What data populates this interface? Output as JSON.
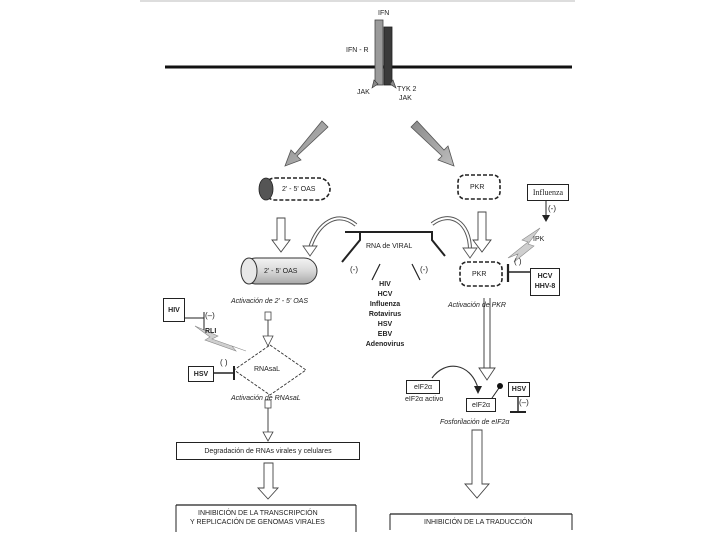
{
  "receptor": {
    "ligand": "IFN",
    "receptor_label": "IFN - R",
    "jak_left": "JAK",
    "jak_right_1": "TYK 2",
    "jak_right_2": "JAK"
  },
  "oas_branch": {
    "enzyme": "2' - 5' OAS",
    "enzyme_active": "2' - 5' OAS",
    "activation": "Activación de 2' - 5' OAS",
    "rnasel": "RNAsaL",
    "rnasel_activation": "Activación de RNAsaL",
    "hiv": "HIV",
    "rli": "RLI",
    "hsv": "HSV",
    "inhibit_minus": "(–)",
    "inhibit_paren": "( )",
    "degradation": "Degradación de RNAs virales y celulares",
    "outcome_line1": "INHIBICIÓN DE LA TRANSCRIPCIÓN",
    "outcome_line2": "Y REPLICACIÓN DE GENOMAS VIRALES"
  },
  "center": {
    "rna": "RNA de VIRAL",
    "minus_left": "(-)",
    "minus_right": "(-)",
    "viruses": [
      "HIV",
      "HCV",
      "Influenza",
      "Rotavirus",
      "HSV",
      "EBV",
      "Adenovirus"
    ]
  },
  "pkr_branch": {
    "pkr": "PKR",
    "pkr_active": "PKR",
    "activation": "Activación de PKR",
    "influenza": "Influenza",
    "influenza_sign": "(-)",
    "ipk": "IPK",
    "hcv_1": "HCV",
    "hcv_2": "HHV-8",
    "hcv_sign": "( )",
    "eif_active": "eIF2α",
    "eif_active_label": "eIF2α activo",
    "eif_phos": "eIF2α",
    "hsv": "HSV",
    "hsv_sign": "(–)",
    "phosphorylation": "Fosforilación de eIF2α",
    "outcome": "INHIBICIÓN DE LA TRADUCCIÓN"
  }
}
